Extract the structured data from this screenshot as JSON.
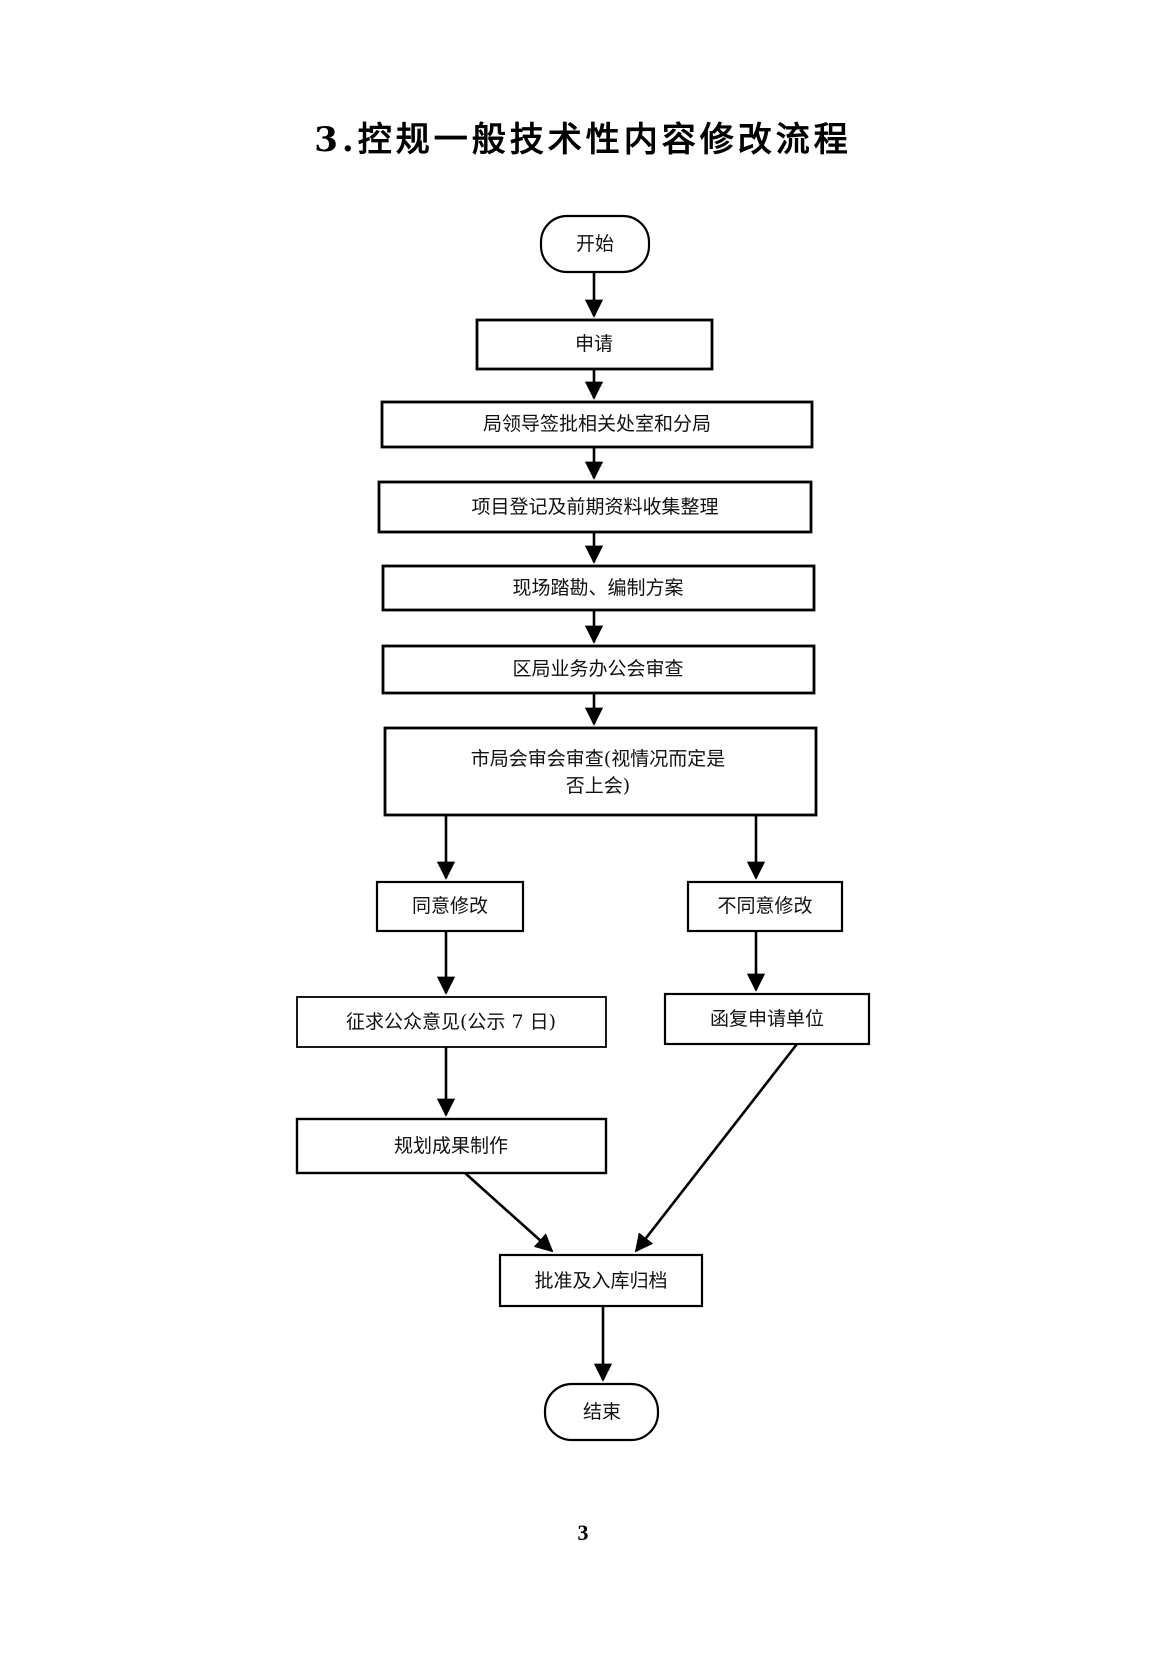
{
  "title": "3.控规一般技术性内容修改流程",
  "page_number": "3",
  "nodes": {
    "start": "开始",
    "apply": "申请",
    "leader_approval": "局领导签批相关处室和分局",
    "registration": "项目登记及前期资料收集整理",
    "survey": "现场踏勘、编制方案",
    "district_review": "区局业务办公会审查",
    "city_review_line1": "市局会审会审查(视情况而定是",
    "city_review_line2": "否上会)",
    "agree": "同意修改",
    "disagree": "不同意修改",
    "public_opinion": "征求公众意见(公示 7 日)",
    "reply": "函复申请单位",
    "plan_output": "规划成果制作",
    "archive": "批准及入库归档",
    "end": "结束"
  }
}
